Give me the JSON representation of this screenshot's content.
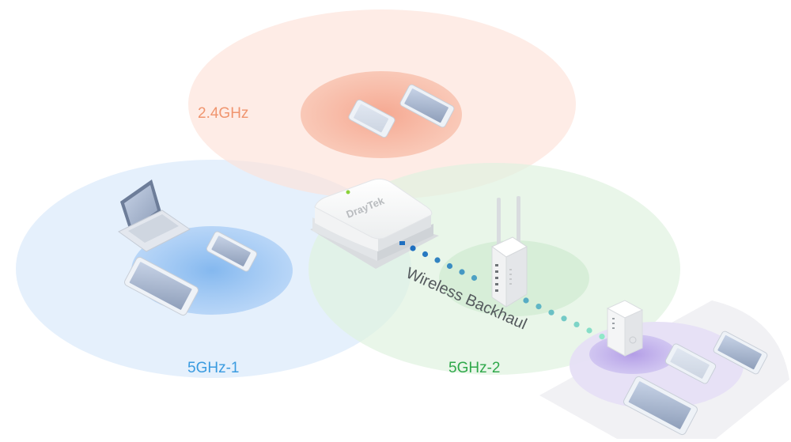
{
  "bands": {
    "band_24": {
      "label": "2.4GHz",
      "color": "#f0956f"
    },
    "band_5_1": {
      "label": "5GHz-1",
      "color": "#3a9be0"
    },
    "band_5_2": {
      "label": "5GHz-2",
      "color": "#2fa84a"
    }
  },
  "backhaul": {
    "label": "Wireless Backhaul",
    "dot_color_start": "#1f6fc0",
    "dot_color_end": "#8fe8c8"
  },
  "router": {
    "logo": "DrayTek",
    "led_color": "#8bd13a"
  },
  "devices": [
    {
      "icon": "smartphone-icon",
      "band": "2.4GHz"
    },
    {
      "icon": "tablet-icon",
      "band": "2.4GHz"
    },
    {
      "icon": "laptop-icon",
      "band": "5GHz-1"
    },
    {
      "icon": "smartphone-icon",
      "band": "5GHz-1"
    },
    {
      "icon": "tablet-icon",
      "band": "5GHz-1"
    },
    {
      "icon": "access-point-icon",
      "band": "5GHz-2"
    },
    {
      "icon": "range-extender-icon",
      "band": "5GHz-2"
    },
    {
      "icon": "tablet-icon",
      "band": "extender"
    },
    {
      "icon": "smartphone-icon",
      "band": "extender"
    },
    {
      "icon": "tablet-icon",
      "band": "extender"
    }
  ]
}
